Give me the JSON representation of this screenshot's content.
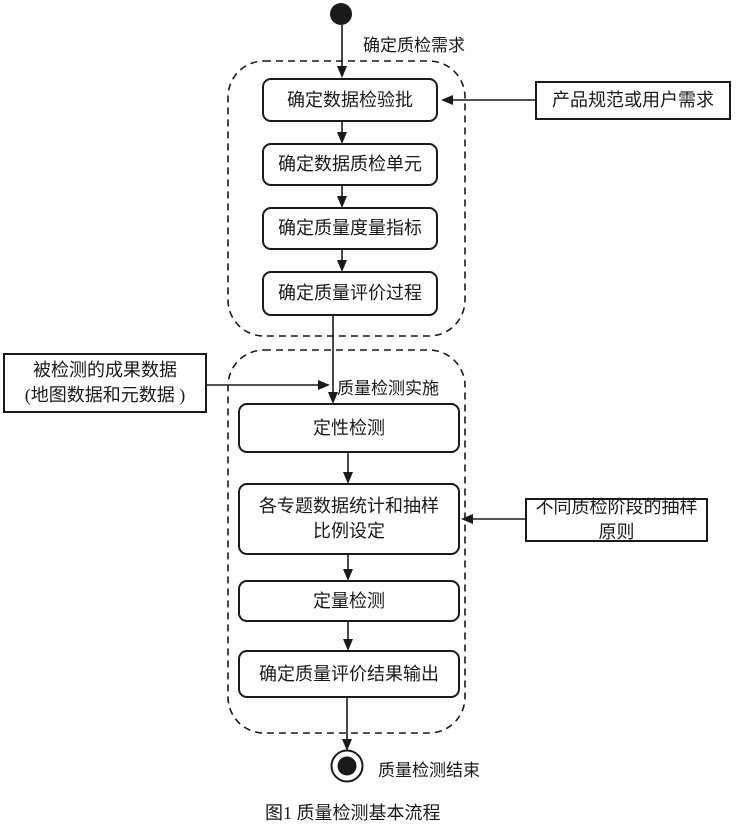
{
  "diagram": {
    "caption": "图1 质量检测基本流程",
    "start_edge_label": "确定质检需求",
    "end_label": "质量检测结束",
    "phase2_label": "质量检测实施",
    "steps": [
      {
        "label": "确定数据检验批"
      },
      {
        "label": "确定数据质检单元"
      },
      {
        "label": "确定质量度量指标"
      },
      {
        "label": "确定质量评价过程"
      },
      {
        "label": "定性检测"
      },
      {
        "label": "各专题数据统计和抽样 比例设定",
        "line1": "各专题数据统计和抽样",
        "line2": "比例设定"
      },
      {
        "label": "定量检测"
      },
      {
        "label": "确定质量评价结果输出"
      }
    ],
    "side_notes": {
      "product_spec": "产品规范或用户需求",
      "inspected_data_line1": "被检测的成果数据",
      "inspected_data_line2": "(地图数据和元数据 )",
      "sampling_principle": "不同质检阶段的抽样原则"
    },
    "colors": {
      "line": "#1a1a1a",
      "background": "#ffffff"
    }
  }
}
